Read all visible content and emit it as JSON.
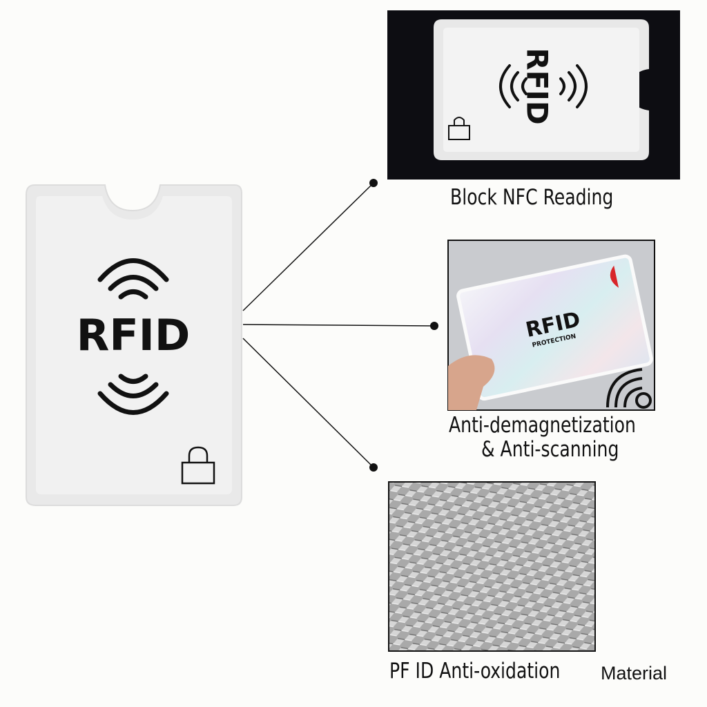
{
  "main_sleeve": {
    "text": "RFID"
  },
  "features": [
    {
      "label": "Block NFC Reading",
      "photo_text": "RFID"
    },
    {
      "label_line1": "Anti-demagnetization",
      "label_line2": "& Anti-scanning",
      "photo_text": "RFID",
      "photo_subtext": "PROTECTION"
    },
    {
      "label": "PF ID Anti-oxidation",
      "label_extra": "Material"
    }
  ],
  "colors": {
    "background": "#fcfcfa",
    "sleeve": "#ececec",
    "ink": "#111111",
    "panel_dark": "#0d0d12",
    "tab_red": "#d8262a"
  }
}
